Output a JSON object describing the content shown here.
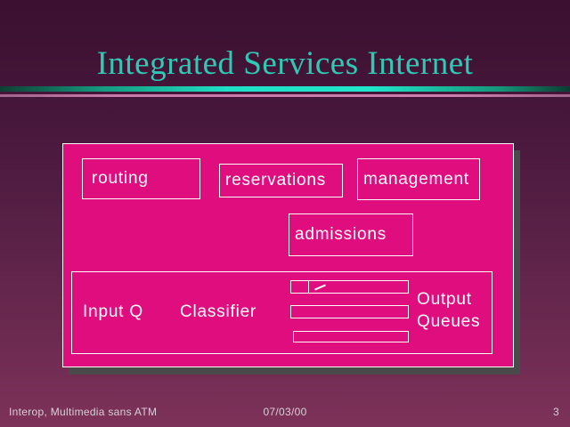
{
  "header": {
    "title": "Integrated Services Internet"
  },
  "diagram": {
    "control_plane": {
      "routing": "routing",
      "reservations": "reservations",
      "management": "management",
      "admissions": "admissions"
    },
    "data_plane": {
      "input_q": "Input Q",
      "classifier": "Classifier",
      "output_line1": "Output",
      "output_line2": "Queues",
      "queue_bar_count": 3
    }
  },
  "footer": {
    "left": "Interop, Multimedia sans ATM",
    "date": "07/03/00",
    "page_number": "3"
  },
  "colors": {
    "background_top": "#3b1030",
    "background_bottom": "#7d3259",
    "title_text": "#2fc9b4",
    "rule_teal": "#1fe0c6",
    "rule_pink": "#c87bab",
    "panel_fill": "#e00d7f",
    "panel_shadow": "#4a4a4a",
    "box_border": "#ffffff",
    "box_text": "#ffffff",
    "footer_text": "#d8cfd7"
  }
}
